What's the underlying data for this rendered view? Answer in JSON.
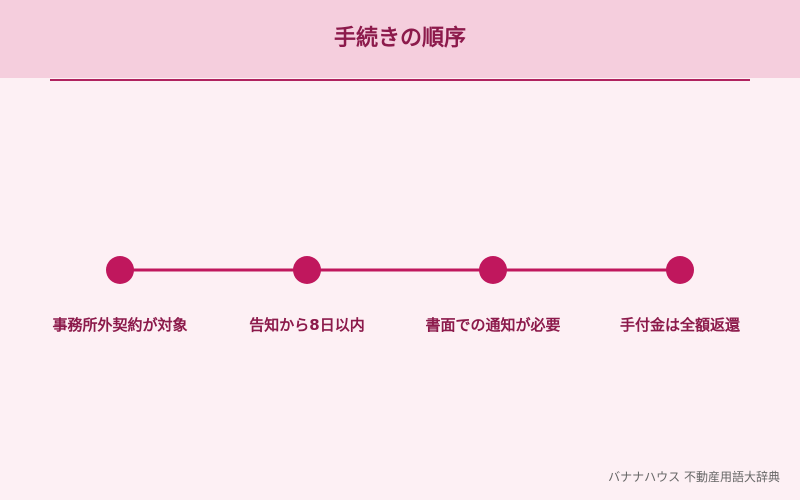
{
  "header": {
    "title": "手続きの順序"
  },
  "steps": [
    {
      "label": "事務所外契約が対象"
    },
    {
      "label": "告知から8日以内"
    },
    {
      "label": "書面での通知が必要"
    },
    {
      "label": "手付金は全額返還"
    }
  ],
  "footer": {
    "credit": "バナナハウス 不動産用語大辞典"
  },
  "colors": {
    "header_bg": "#f5cedd",
    "page_bg": "#fdf0f4",
    "accent": "#c0175d",
    "text": "#8c1a4b"
  }
}
